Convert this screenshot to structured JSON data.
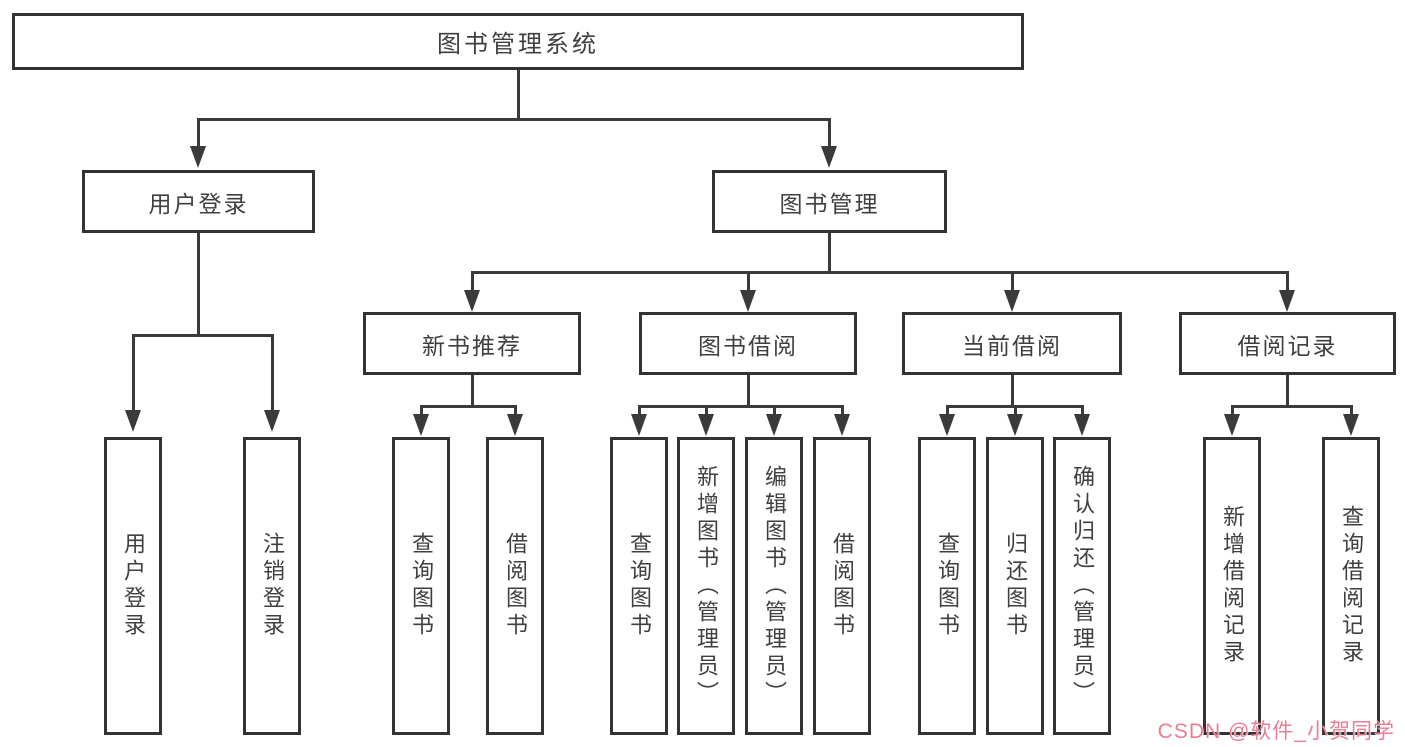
{
  "tree": {
    "root": {
      "label": "图书管理系统"
    },
    "login": {
      "label": "用户登录",
      "children": [
        {
          "label": "用户登录"
        },
        {
          "label": "注销登录"
        }
      ]
    },
    "mgmt": {
      "label": "图书管理",
      "groups": [
        {
          "label": "新书推荐",
          "children": [
            {
              "label": "查询图书"
            },
            {
              "label": "借阅图书"
            }
          ]
        },
        {
          "label": "图书借阅",
          "children": [
            {
              "label": "查询图书"
            },
            {
              "label": "新增图书（管理员）"
            },
            {
              "label": "编辑图书（管理员）"
            },
            {
              "label": "借阅图书"
            }
          ]
        },
        {
          "label": "当前借阅",
          "children": [
            {
              "label": "查询图书"
            },
            {
              "label": "归还图书"
            },
            {
              "label": "确认归还（管理员）"
            }
          ]
        },
        {
          "label": "借阅记录",
          "children": [
            {
              "label": "新增借阅记录"
            },
            {
              "label": "查询借阅记录"
            }
          ]
        }
      ]
    }
  },
  "watermark": {
    "text": "CSDN @软件_小贺同学"
  },
  "colors": {
    "line": "#3a3a3a",
    "border": "#333333",
    "text": "#3f3f3f",
    "background": "#ffffff",
    "watermark": "#ec7c92"
  }
}
